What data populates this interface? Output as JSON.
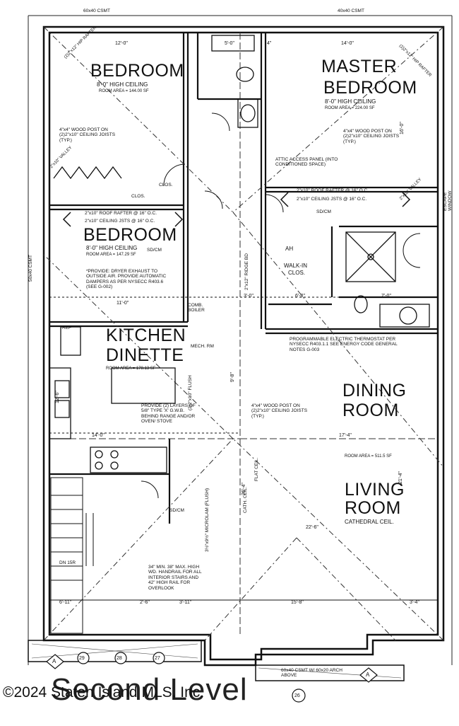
{
  "plan": {
    "rooms": {
      "bedroom1": {
        "name": "BEDROOM",
        "ceiling": "8'-0\" HIGH CEILING",
        "area": "ROOM AREA = 144.00 SF",
        "dims": "12'-0\""
      },
      "master": {
        "name_line1": "MASTER",
        "name_line2": "BEDROOM",
        "ceiling": "8'-0\" HIGH CEILING",
        "area": "ROOM AREA = 224.00 SF",
        "dims": "14'-0\""
      },
      "bedroom2": {
        "name": "BEDROOM",
        "ceiling": "8'-0\" HIGH CEILING",
        "area": "ROOM AREA = 147.29 SF",
        "dims": "11'-0\""
      },
      "kitchen": {
        "name_line1": "KITCHEN",
        "name_line2": "DINETTE",
        "area": "ROOM AREA = 178.13 SF",
        "dims": "14'-0\""
      },
      "dining": {
        "name_line1": "DINING",
        "name_line2": "ROOM",
        "dims": "17'-4\""
      },
      "living": {
        "name_line1": "LIVING",
        "name_line2": "ROOM",
        "ceiling": "CATHEDRAL CEIL.",
        "area": "ROOM AREA = 511.5 SF",
        "dims": "22'-6\""
      },
      "walkin": {
        "name_line1": "WALK-IN",
        "name_line2": "CLOS."
      }
    },
    "notes": {
      "roof_rafter": "2\"x10\" ROOF RAFTER @ 16\" O.C.",
      "ceiling_joists": "2\"x10\" CEILING JSTS @ 16\" O.C.",
      "attic": "ATTIC ACCESS PANEL (INTO CONDITIONED SPACE)",
      "dryer": "*PROVIDE: DRYER EXHAUST TO OUTSIDE AIR. PROVIDE AUTOMATIC DAMPERS AS PER NYSECC R403.6 (SEE G-002)",
      "thermostat": "PROGRAMMABLE ELECTRIC THERMOSTAT PER NYSECC R403.1.1 SEE ENERGY CODE GENERAL NOTES G-003",
      "gwb": "PROVIDE (2) LAYERS OF 5/8\" TYPE 'X' G.W.B. BEHIND RANGE AND/OR OVEN/ STOVE",
      "post1": "4\"x4\" WOOD POST ON (2)2\"x10\" CEILING JOISTS (TYP.)",
      "post2": "4\"x4\" WOOD POST ON (2)2\"x10\" CEILING JOISTS (TYP.)",
      "post3": "4\"x4\" WOOD POST ON (2)2\"x10\" CEILING JOISTS (TYP.)",
      "handrail": "34\" MIN. 38\" MAX. HIGH WD. HANDRAIL FOR ALL INTERIOR STAIRS AND 42\" HIGH RAIL FOR OVERLOOK",
      "arch": "60x40 CSMT W/ 60x20 ARCH ABOVE",
      "mech": "MECH. RM",
      "boiler": "COMB. BOILER",
      "flat_ceil": "FLAT CEIL.",
      "cath_ceil": "CATH. CEIL.",
      "flush": "(2)2\"x10\" FLUSH",
      "ridge": "2\"x12\" RIDGE BD",
      "microlam": "3½\"x9½\" MICROLAM (FLUSH)",
      "escape": "ESCAPE WINDOW",
      "sdcm": "SD/CM",
      "closet": "CLOS.",
      "ah": "AH",
      "ref": "REF",
      "dn": "DN 15R",
      "valley": "2\"x10\" VALLEY",
      "hip": "(2)2\"x12\" HIP RAFTER",
      "csmt_top1": "60x40 CSMT",
      "csmt_top2": "40x40 CSMT",
      "csmt_side": "50x40 CSMT"
    },
    "dims": {
      "d1": "3'-0\"",
      "d2": "6'-8\"",
      "d3": "7'-0\"",
      "d4": "4\"",
      "d5": "5'-0\"",
      "d6": "2'-6\"",
      "d7": "3'-11\"",
      "d8": "15'-8\"",
      "d9": "3'-4\"",
      "d10": "6'-11\"",
      "d11": "9'-8\"",
      "d12": "26'-4\"",
      "d13": "21'-4\"",
      "d14": "12'-6\"",
      "d15": "16'-0\""
    },
    "markers": {
      "a1": "A",
      "a2": "A",
      "n27": "27",
      "n28": "28",
      "n29": "29",
      "n26": "26"
    }
  },
  "footer": {
    "title": "Second Level",
    "copyright": "©2024 Staten Island MLS, Inc."
  }
}
